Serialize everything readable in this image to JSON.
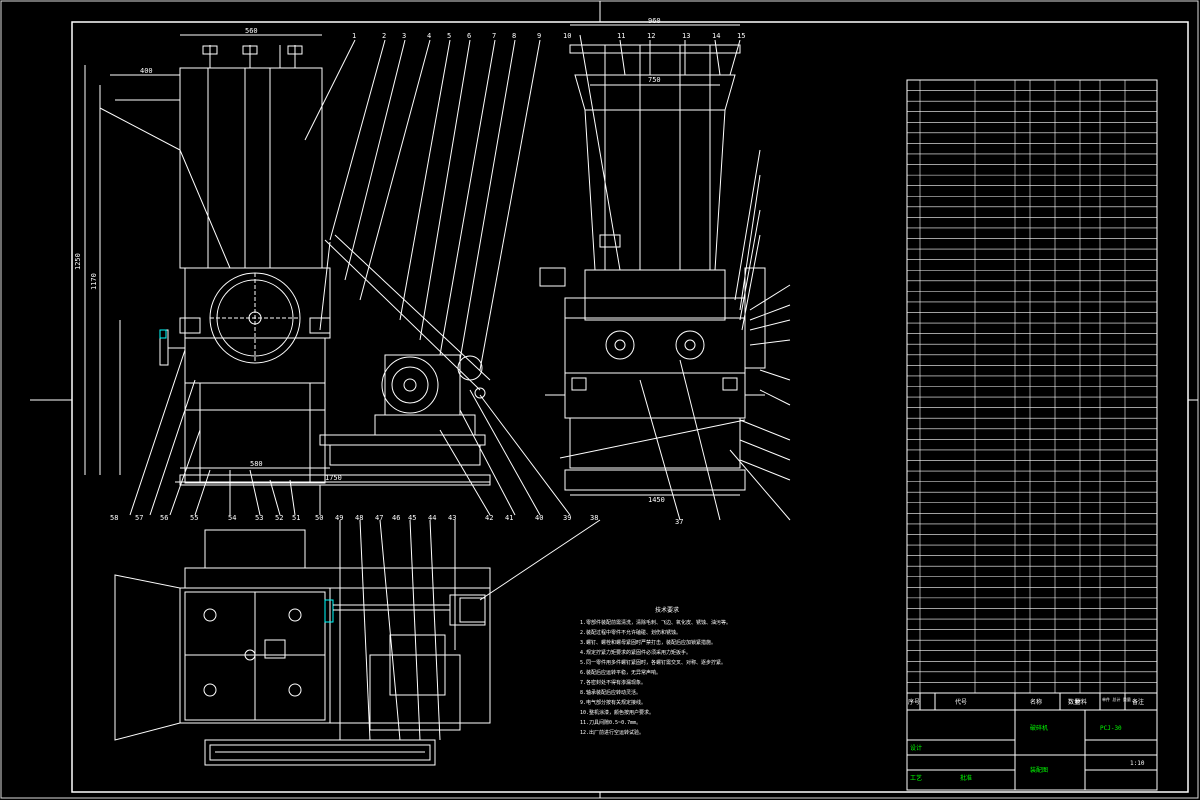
{
  "drawing": {
    "title_block": {
      "code_col": "代号",
      "name_col": "名称",
      "material_col": "材料",
      "weight_col": "单件 总计 重量",
      "remark_col": "备注",
      "index_col": "序号",
      "qty_col": "数量",
      "drawing_name": "破碎机",
      "drawing_code": "PCJ-30",
      "assembly_label": "装配图",
      "designer": "设计",
      "process": "工艺",
      "approve": "批准",
      "scale": "1:10"
    },
    "dims_top": [
      "560",
      "400",
      "1250",
      "1170",
      "580",
      "1750",
      "960",
      "1450",
      "750"
    ],
    "tech_req_title": "技术要求",
    "tech_req_lines": [
      "1.零部件装配前需清洗，清除毛刺、飞边、氧化皮、锈蚀、油污等。",
      "2.装配过程中零件不允许磕碰、划伤和锈蚀。",
      "3.螺钉、螺栓和螺母紧固时严禁打击，装配后应加锁紧措施。",
      "4.规定拧紧力矩要求的紧固件必须采用力矩扳手。",
      "5.同一零件用多件螺钉紧固时，各螺钉需交叉、对称、逐步拧紧。",
      "6.装配后应运转平稳，无异常声响。",
      "7.各密封处不得有渗漏现象。",
      "8.轴承装配后应转动灵活。",
      "9.电气部分按有关规定接线。",
      "10.整机涂漆，颜色按用户要求。",
      "11.刀具间隙0.5~0.7mm。",
      "12.出厂前进行空运转试验。"
    ],
    "part_labels_top": [
      "1",
      "2",
      "3",
      "4",
      "5",
      "6",
      "7",
      "8",
      "9",
      "10",
      "11",
      "12",
      "13",
      "14",
      "15"
    ],
    "part_labels_bottom": [
      "58",
      "57",
      "56",
      "55",
      "54",
      "53",
      "52",
      "51",
      "50",
      "49",
      "48",
      "47",
      "46",
      "45",
      "44",
      "43",
      "42",
      "41",
      "40",
      "39",
      "38",
      "37"
    ]
  }
}
